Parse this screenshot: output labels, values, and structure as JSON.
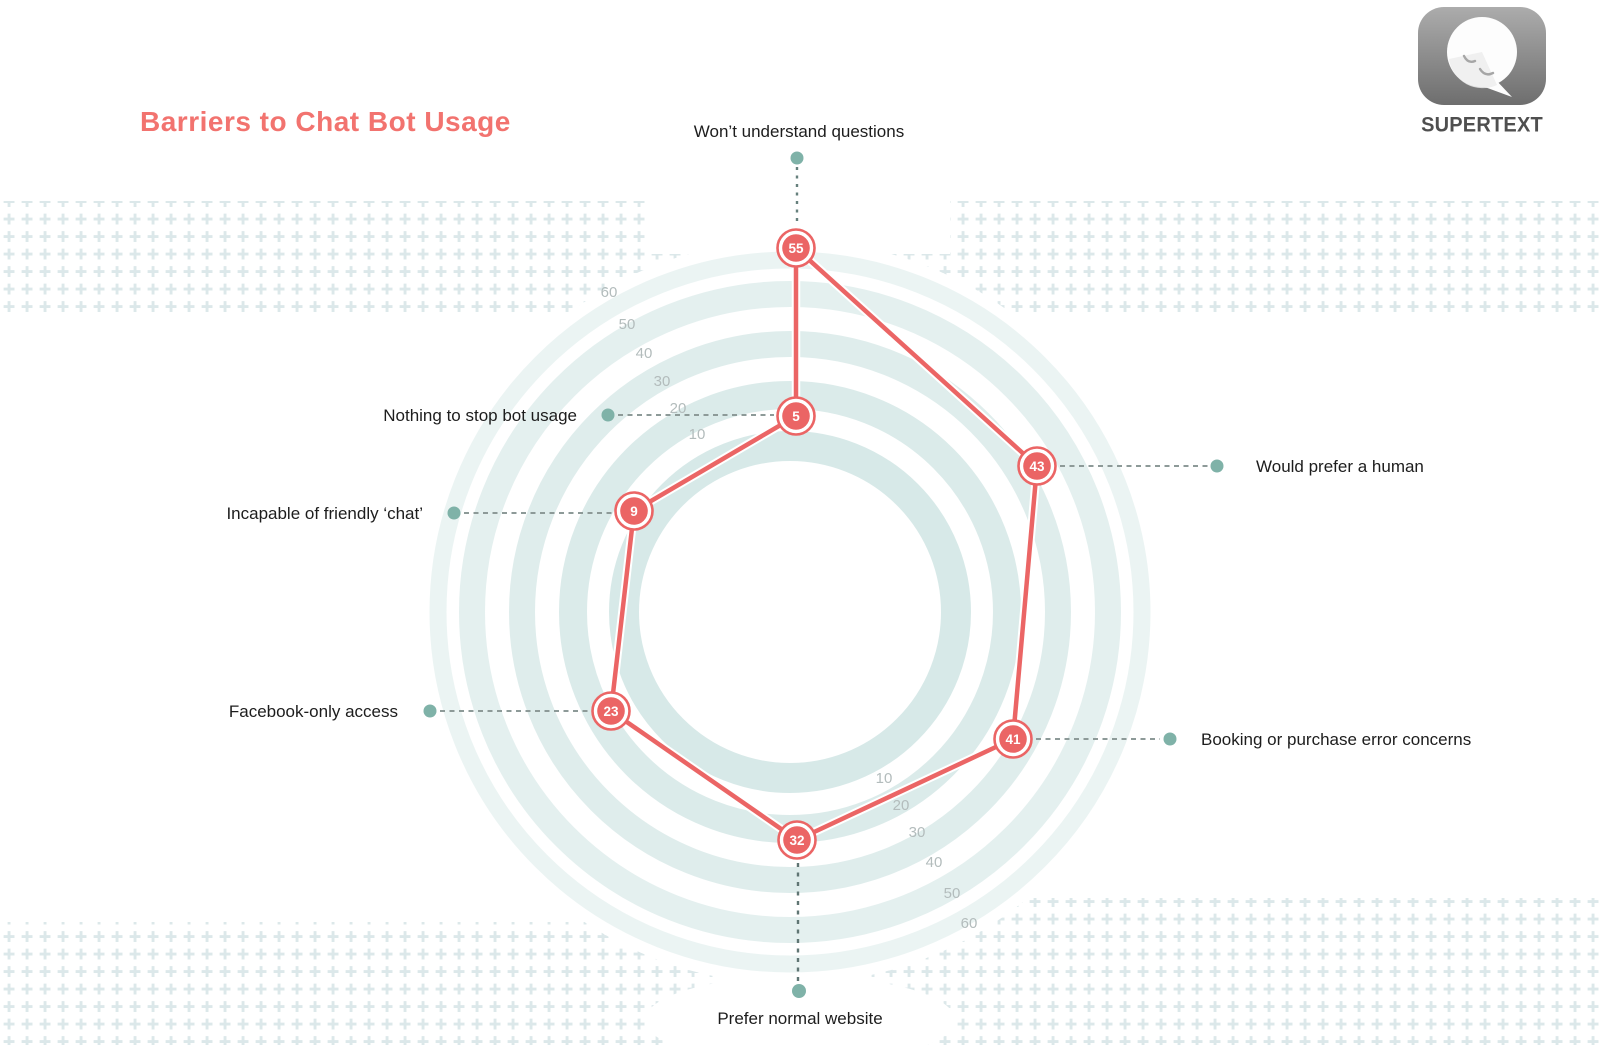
{
  "header": {
    "title": "Barriers to Chat Bot Usage"
  },
  "brand": {
    "name": "SUPERTEXT",
    "icon": "speech-bubble-icon"
  },
  "chart_data": {
    "type": "radar",
    "title": "Barriers to Chat Bot Usage",
    "categories": [
      "Won’t understand questions",
      "Would prefer a human",
      "Booking or purchase error concerns",
      "Prefer normal website",
      "Facebook-only access",
      "Incapable of friendly ‘chat’",
      "Nothing to stop bot usage"
    ],
    "values": [
      55,
      43,
      41,
      32,
      23,
      9,
      5
    ],
    "ticks": [
      "10",
      "20",
      "30",
      "40",
      "50",
      "60"
    ],
    "axis_range": [
      0,
      60
    ],
    "grid": "concentric-rings",
    "legend": "none",
    "colors": {
      "series": "#EB6565",
      "rings": "#B7D7D5",
      "callout_dot": "#7FB2A8",
      "title": "#F2736F",
      "tick_label": "#B3BCBC",
      "label_text": "#1D1D1D"
    }
  }
}
